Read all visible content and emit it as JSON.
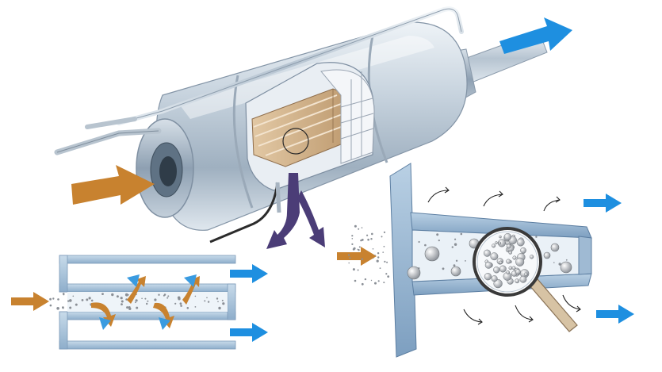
{
  "diagram": {
    "subject": "diesel-particulate-filter",
    "colors": {
      "background": "#ffffff",
      "inlet_arrow": "#c8822f",
      "outlet_arrow": "#1e8fe0",
      "flow_split_arrow": "#4b3d77",
      "soot_deflection": "#3a9be0",
      "filter_wall": "#a9c4dc",
      "canister_metal": "#c7d3de",
      "ceramic_core": "#c9a77e",
      "particle": "#8a8f96"
    },
    "panels": [
      {
        "id": "canister-cutaway",
        "icon": "dpf-canister-icon"
      },
      {
        "id": "wall-flow-channels",
        "icon": "filter-channel-icon"
      },
      {
        "id": "particle-trap-zoom",
        "icon": "magnifier-icon"
      }
    ]
  }
}
